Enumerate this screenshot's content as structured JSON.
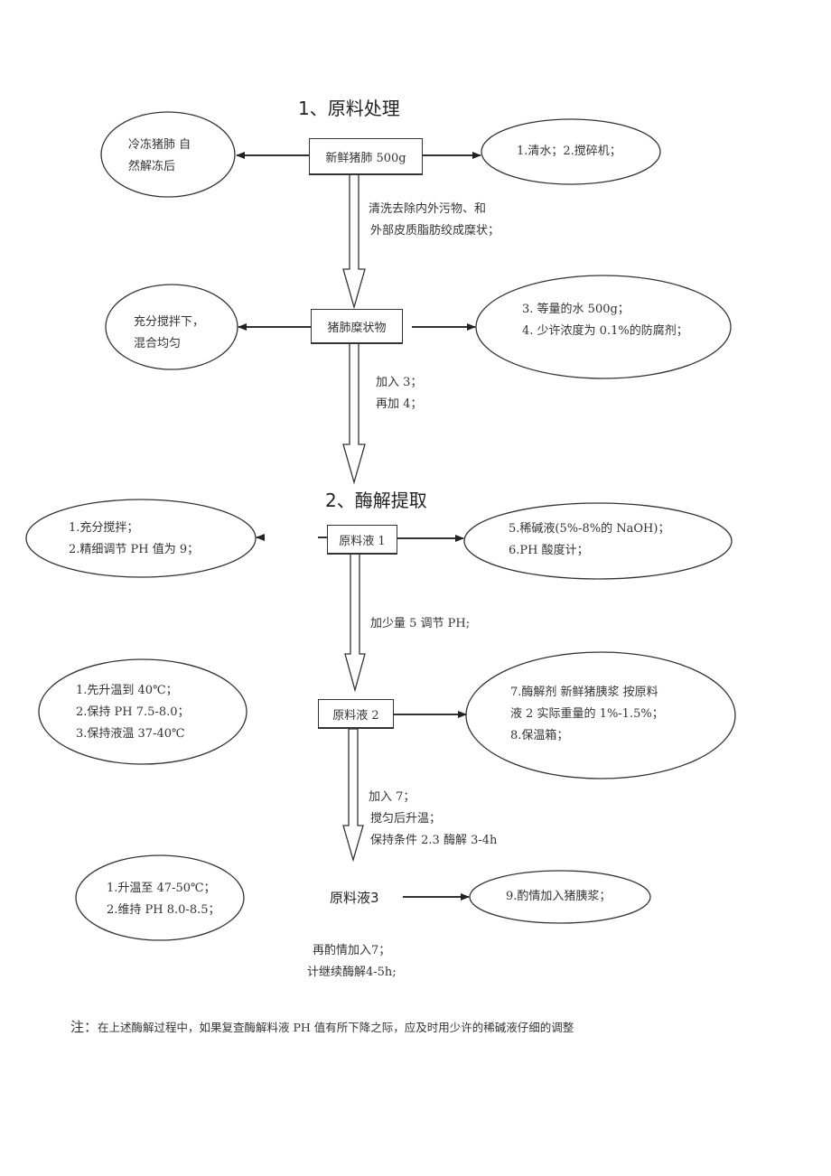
{
  "section1": {
    "title": "1、原料处理",
    "box_fresh_lung": "新鲜猪肺 500g",
    "left_oval_1": [
      "冷冻猪肺  自",
      "然解冻后"
    ],
    "right_oval_1": "1.清水；2.搅碎机；",
    "step_label_1": [
      "清洗去除内外污物、和",
      "外部皮质脂肪绞成糜状；"
    ],
    "box_minced": "猪肺糜状物",
    "left_oval_2": [
      "充分搅拌下，",
      "混合均匀"
    ],
    "right_oval_2": [
      "3. 等量的水 500g；",
      "4. 少许浓度为 0.1%的防腐剂；"
    ],
    "step_label_2": [
      "加入 3；",
      "再加 4；"
    ]
  },
  "section2": {
    "title": "2、酶解提取",
    "box_liquid_1": "原料液 1",
    "left_oval_3": [
      "1.充分搅拌；",
      "2.精细调节 PH 值为 9；"
    ],
    "right_oval_3": [
      "5.稀碱液(5%-8%的 NaOH)；",
      "6.PH 酸度计；"
    ],
    "step_label_3": "加少量 5 调节 PH;",
    "box_liquid_2": "原料液 2",
    "left_oval_4": [
      "1.先升温到 40℃；",
      "2.保持 PH 7.5-8.0；",
      "3.保持液温 37-40℃"
    ],
    "right_oval_4": [
      "7.酶解剂  新鲜猪胰浆   按原料",
      "液 2 实际重量的 1%-1.5%；",
      "8.保温箱；"
    ],
    "step_label_4": [
      "加入 7；",
      "搅匀后升温；",
      "保持条件 2.3 酶解 3-4h"
    ],
    "node_liquid_3": "原料液3",
    "left_oval_5": [
      "1.升温至 47-50℃；",
      "2.维持 PH 8.0-8.5；"
    ],
    "right_oval_5": "9.酌情加入猪胰浆；",
    "step_label_5": [
      "再酌情加入7；",
      "计继续酶解4-5h;"
    ]
  },
  "note": {
    "lead": "注：",
    "text": "在上述酶解过程中，如果复查酶解料液  PH 值有所下降之际，应及时用少许的稀碱液仔细的调整"
  }
}
